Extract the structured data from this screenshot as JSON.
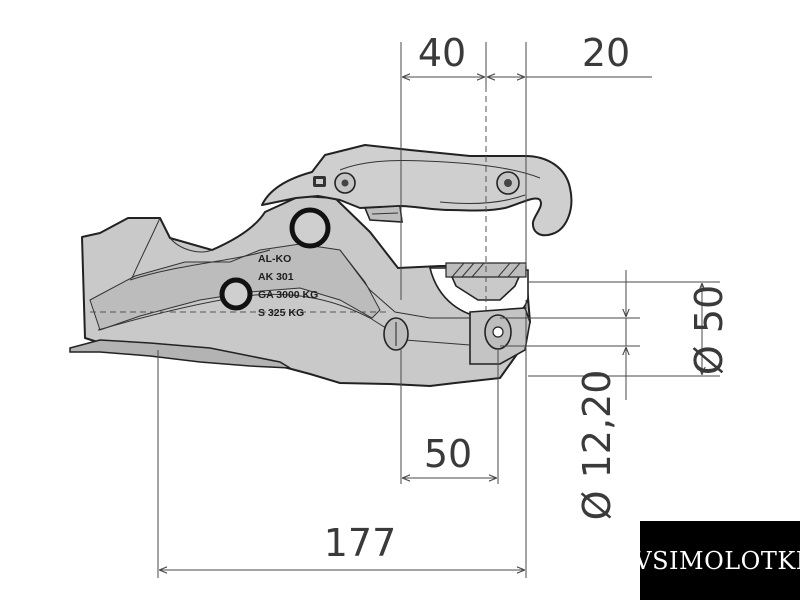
{
  "dimensions": {
    "top_left": "40",
    "top_right": "20",
    "mid_bottom": "50",
    "overall_length": "177",
    "ball_diameter": "Ø 50",
    "bolt_diameter": "Ø 12,20"
  },
  "body_markings": [
    "AL-KO",
    "AK 301",
    "GA 3000 KG",
    "S 325 KG"
  ],
  "watermark": "VSIMOLOTKI",
  "colors": {
    "part_fill": "#c9c9c9",
    "part_shade": "#b3b3b3",
    "handle_fill": "#cfcfcf",
    "line": "#222222"
  }
}
